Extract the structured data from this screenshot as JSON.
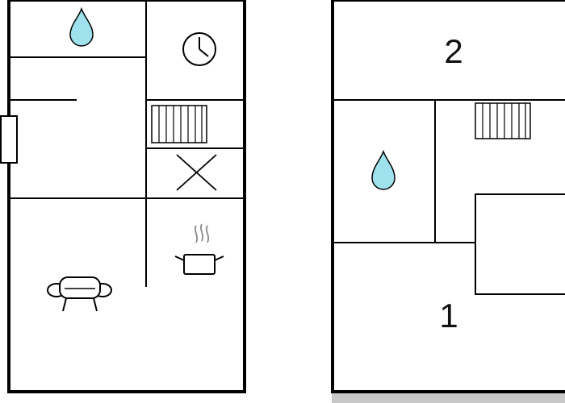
{
  "floors": [
    {
      "id": "ground",
      "rooms": [
        "bathroom",
        "utility",
        "hall",
        "storage",
        "kitchen",
        "living-room"
      ],
      "icons": [
        "water-drop-icon",
        "clock-icon",
        "radiator-icon",
        "cross-icon",
        "cooking-pot-icon",
        "sofa-icon"
      ]
    },
    {
      "id": "upper",
      "rooms": [
        "room-2",
        "bathroom",
        "hall",
        "stair-opening",
        "room-1"
      ],
      "icons": [
        "radiator-icon",
        "water-drop-icon"
      ],
      "labels": {
        "room_top": "2",
        "room_bottom": "1"
      }
    }
  ],
  "colors": {
    "wall": "#000000",
    "background": "#ffffff",
    "water": "#9fe1ec",
    "ground_strip": "#c8c8c8"
  }
}
